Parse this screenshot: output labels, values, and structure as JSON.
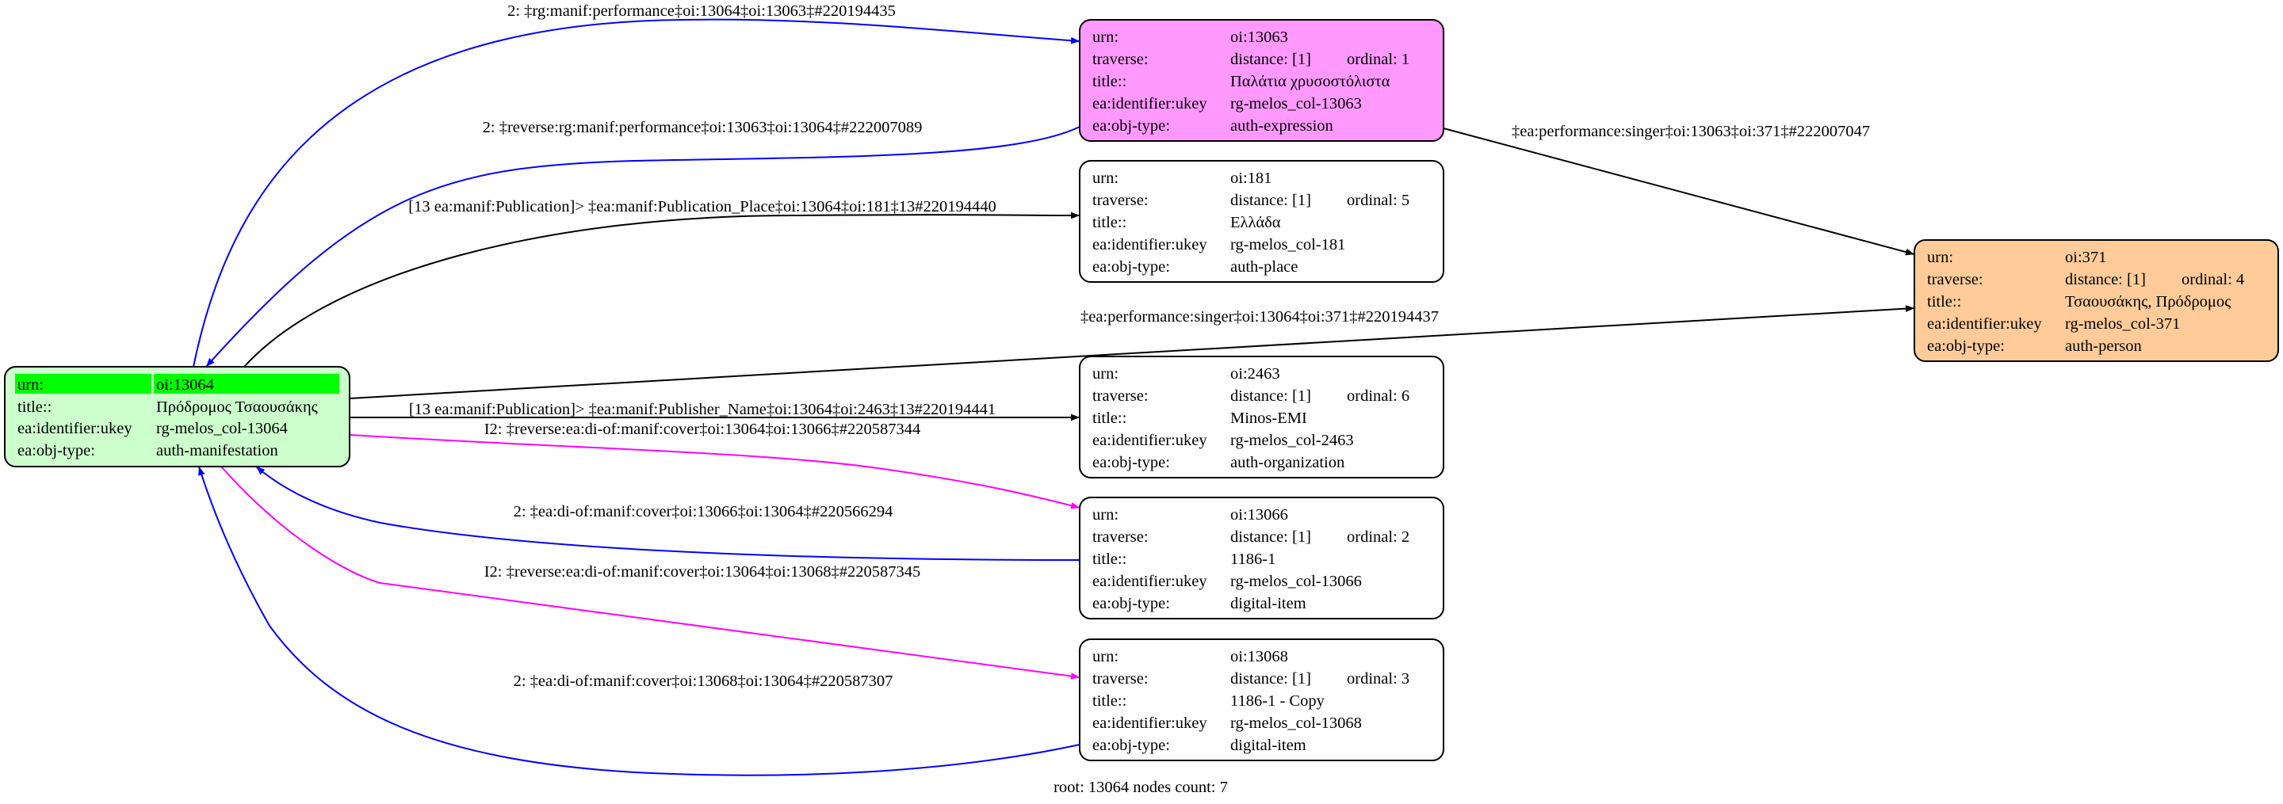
{
  "colors": {
    "root_fill": "#ccffcc",
    "root_highlight": "#00ff00",
    "expression_fill": "#ff99ff",
    "person_fill": "#ffcc99",
    "default_fill": "#ffffff",
    "edge_blue": "#0000ff",
    "edge_black": "#000000",
    "edge_magenta": "#ff00ff"
  },
  "nodes": {
    "root": {
      "rows": [
        {
          "key": "urn:",
          "value": "oi:13064"
        },
        {
          "key": "title::",
          "value": "Πρόδρομος Τσαουσάκης"
        },
        {
          "key": "ea:identifier:ukey",
          "value": "rg-melos_col-13064"
        },
        {
          "key": "ea:obj-type:",
          "value": "auth-manifestation"
        }
      ]
    },
    "n13063": {
      "urn_key": "urn:",
      "urn": "oi:13063",
      "traverse_key": "traverse:",
      "distance": "distance: [1]",
      "ordinal": "ordinal: 1",
      "title_key": "title::",
      "title": "Παλάτια χρυσοστόλιστα",
      "ukey_key": "ea:identifier:ukey",
      "ukey": "rg-melos_col-13063",
      "type_key": "ea:obj-type:",
      "type": "auth-expression"
    },
    "n181": {
      "urn_key": "urn:",
      "urn": "oi:181",
      "traverse_key": "traverse:",
      "distance": "distance: [1]",
      "ordinal": "ordinal: 5",
      "title_key": "title::",
      "title": "Ελλάδα",
      "ukey_key": "ea:identifier:ukey",
      "ukey": "rg-melos_col-181",
      "type_key": "ea:obj-type:",
      "type": "auth-place"
    },
    "n371": {
      "urn_key": "urn:",
      "urn": "oi:371",
      "traverse_key": "traverse:",
      "distance": "distance: [1]",
      "ordinal": "ordinal: 4",
      "title_key": "title::",
      "title": "Τσαουσάκης, Πρόδρομος",
      "ukey_key": "ea:identifier:ukey",
      "ukey": "rg-melos_col-371",
      "type_key": "ea:obj-type:",
      "type": "auth-person"
    },
    "n2463": {
      "urn_key": "urn:",
      "urn": "oi:2463",
      "traverse_key": "traverse:",
      "distance": "distance: [1]",
      "ordinal": "ordinal: 6",
      "title_key": "title::",
      "title": "Minos-EMI",
      "ukey_key": "ea:identifier:ukey",
      "ukey": "rg-melos_col-2463",
      "type_key": "ea:obj-type:",
      "type": "auth-organization"
    },
    "n13066": {
      "urn_key": "urn:",
      "urn": "oi:13066",
      "traverse_key": "traverse:",
      "distance": "distance: [1]",
      "ordinal": "ordinal: 2",
      "title_key": "title::",
      "title": "1186-1",
      "ukey_key": "ea:identifier:ukey",
      "ukey": "rg-melos_col-13066",
      "type_key": "ea:obj-type:",
      "type": "digital-item"
    },
    "n13068": {
      "urn_key": "urn:",
      "urn": "oi:13068",
      "traverse_key": "traverse:",
      "distance": "distance: [1]",
      "ordinal": "ordinal: 3",
      "title_key": "title::",
      "title": "1186-1 - Copy",
      "ukey_key": "ea:identifier:ukey",
      "ukey": "rg-melos_col-13068",
      "type_key": "ea:obj-type:",
      "type": "digital-item"
    }
  },
  "edges": {
    "e1": "2: ‡rg:manif:performance‡oi:13064‡oi:13063‡#220194435",
    "e2": "2: ‡reverse:rg:manif:performance‡oi:13063‡oi:13064‡#222007089",
    "e3": "[13 ea:manif:Publication]> ‡ea:manif:Publication_Place‡oi:13064‡oi:181‡13#220194440",
    "e4": "‡ea:performance:singer‡oi:13063‡oi:371‡#222007047",
    "e5": "‡ea:performance:singer‡oi:13064‡oi:371‡#220194437",
    "e6": "[13 ea:manif:Publication]> ‡ea:manif:Publisher_Name‡oi:13064‡oi:2463‡13#220194441",
    "e7": "I2: ‡reverse:ea:di-of:manif:cover‡oi:13064‡oi:13066‡#220587344",
    "e8": "2: ‡ea:di-of:manif:cover‡oi:13066‡oi:13064‡#220566294",
    "e9": "I2: ‡reverse:ea:di-of:manif:cover‡oi:13064‡oi:13068‡#220587345",
    "e10": "2: ‡ea:di-of:manif:cover‡oi:13068‡oi:13064‡#220587307"
  },
  "footer": "root: 13064 nodes count: 7"
}
